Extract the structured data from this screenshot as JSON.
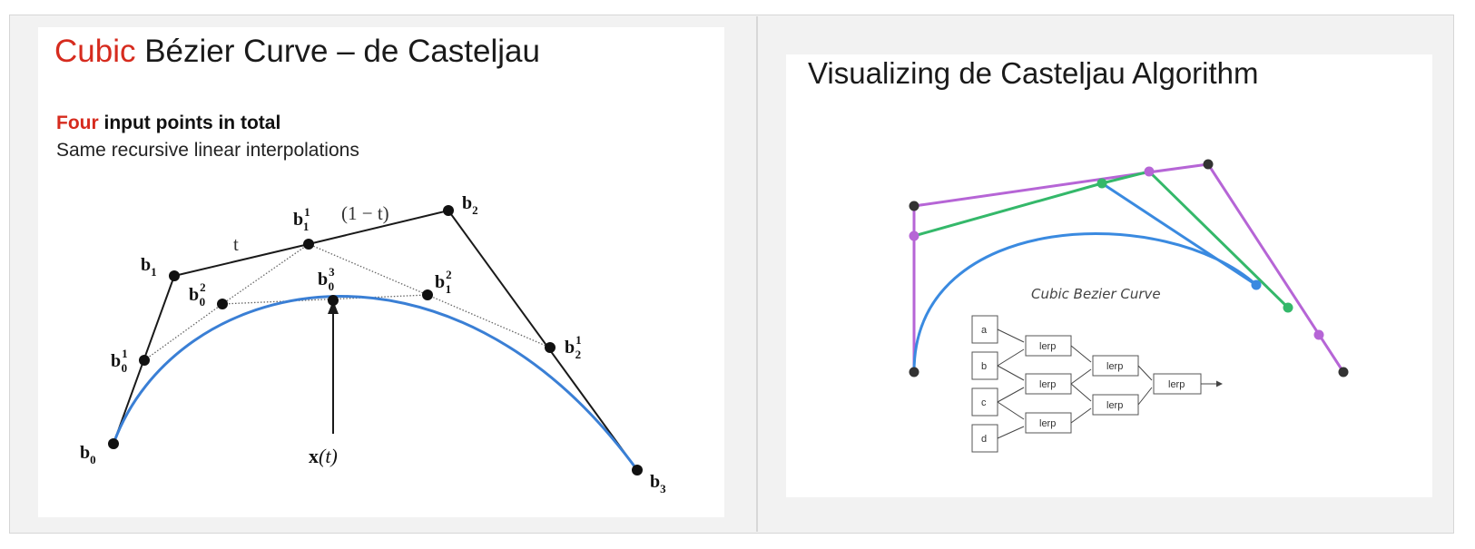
{
  "left_slide": {
    "title_accent": "Cubic",
    "title_rest": " Bézier Curve – de Casteljau",
    "subtitle_accent": "Four",
    "subtitle_rest": " input points in total",
    "subtitle_line2": "Same recursive linear interpolations",
    "segment_label_t": "t",
    "segment_label_one_minus_t": "(1 − t)",
    "points": [
      {
        "base": "b",
        "sub": "0",
        "sup": ""
      },
      {
        "base": "b",
        "sub": "1",
        "sup": ""
      },
      {
        "base": "b",
        "sub": "2",
        "sup": ""
      },
      {
        "base": "b",
        "sub": "3",
        "sup": ""
      },
      {
        "base": "b",
        "sub": "0",
        "sup": "1"
      },
      {
        "base": "b",
        "sub": "1",
        "sup": "1"
      },
      {
        "base": "b",
        "sub": "2",
        "sup": "1"
      },
      {
        "base": "b",
        "sub": "0",
        "sup": "2"
      },
      {
        "base": "b",
        "sub": "1",
        "sup": "2"
      },
      {
        "base": "b",
        "sub": "0",
        "sup": "3"
      }
    ],
    "curve_point_label_bold": "x",
    "curve_point_label_rest": "(t)",
    "colors": {
      "curve": "#3a7fd5",
      "polygon": "#1a1a1a",
      "accent": "#d62b1e"
    }
  },
  "right_slide": {
    "title": "Visualizing de Casteljau Algorithm",
    "caption": "Cubic Bezier Curve",
    "inputs": [
      "a",
      "b",
      "c",
      "d"
    ],
    "lerp_label": "lerp",
    "colors": {
      "control": "#333333",
      "purple": "#b665d6",
      "green": "#34b86a",
      "blue": "#3a8ae0"
    }
  }
}
